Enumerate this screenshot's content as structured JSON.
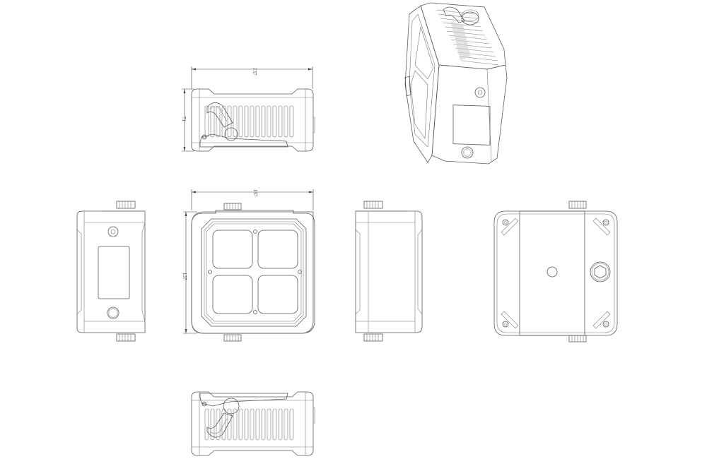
{
  "drawing": {
    "title": "",
    "line_color": "#5a5a5a",
    "background": "#ffffff",
    "units": "mm"
  },
  "views": {
    "top": {
      "name": "top-view",
      "width_label": "137",
      "height_label": "71"
    },
    "front": {
      "name": "front-view",
      "width_label": "137",
      "height_label": "137"
    },
    "left": {
      "name": "left-side-view"
    },
    "right": {
      "name": "right-side-view"
    },
    "back": {
      "name": "back-view"
    },
    "bottom": {
      "name": "bottom-view"
    },
    "iso": {
      "name": "isometric-view"
    }
  }
}
